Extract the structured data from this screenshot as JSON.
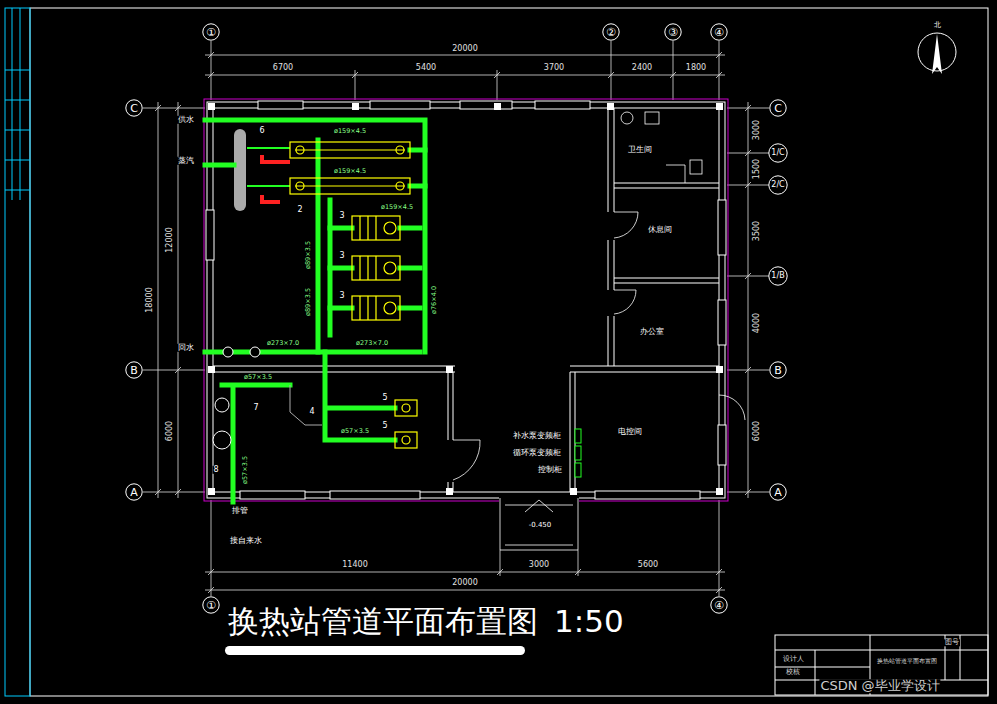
{
  "diagram": {
    "title": "换热站管道平面布置图",
    "nodes": [
      {
        "text": [
          "①"
        ]
      },
      {
        "text": [
          "②"
        ]
      },
      {
        "text": [
          "③"
        ]
      },
      {
        "text": [
          "④"
        ]
      },
      {
        "text": [
          "C"
        ]
      },
      {
        "text": [
          "B"
        ]
      },
      {
        "text": [
          "A"
        ]
      },
      {
        "text": [
          "C"
        ]
      },
      {
        "text": [
          "1/C"
        ]
      },
      {
        "text": [
          "2/C"
        ]
      },
      {
        "text": [
          "1/B"
        ]
      },
      {
        "text": [
          "B"
        ]
      },
      {
        "text": [
          "A"
        ]
      },
      {
        "text": [
          "①"
        ]
      },
      {
        "text": [
          "④"
        ]
      },
      {
        "text": [
          "卫生间"
        ]
      },
      {
        "text": [
          "休息间"
        ]
      },
      {
        "text": [
          "办公室"
        ]
      },
      {
        "text": [
          "电控间"
        ]
      }
    ],
    "labels": [
      "20000",
      "6700",
      "5400",
      "3700",
      "2400",
      "1800",
      "18000",
      "12000",
      "6000",
      "3000",
      "1500",
      "3500",
      "4000",
      "6000",
      "11400",
      "3000",
      "5600",
      "20000",
      "供水",
      "蒸汽",
      "回水",
      "排管",
      "接自来水",
      "ø273×7.0",
      "ø273×7.0",
      "ø159×4.5",
      "ø159×4.5",
      "ø159×4.5",
      "ø89×3.5",
      "ø89×3.5",
      "ø76×4.0",
      "ø57×3.5",
      "ø57×3.5",
      "ø57×3.5",
      "6",
      "2",
      "3",
      "3",
      "3",
      "5",
      "5",
      "4",
      "7",
      "8",
      "补水泵变频柜",
      "循环泵变频柜",
      "控制柜",
      "-0.450",
      "北",
      "1:50",
      "设计人",
      "校核",
      "换热站管道平面布置图",
      "图号",
      "CSDN @毕业学设计"
    ]
  }
}
